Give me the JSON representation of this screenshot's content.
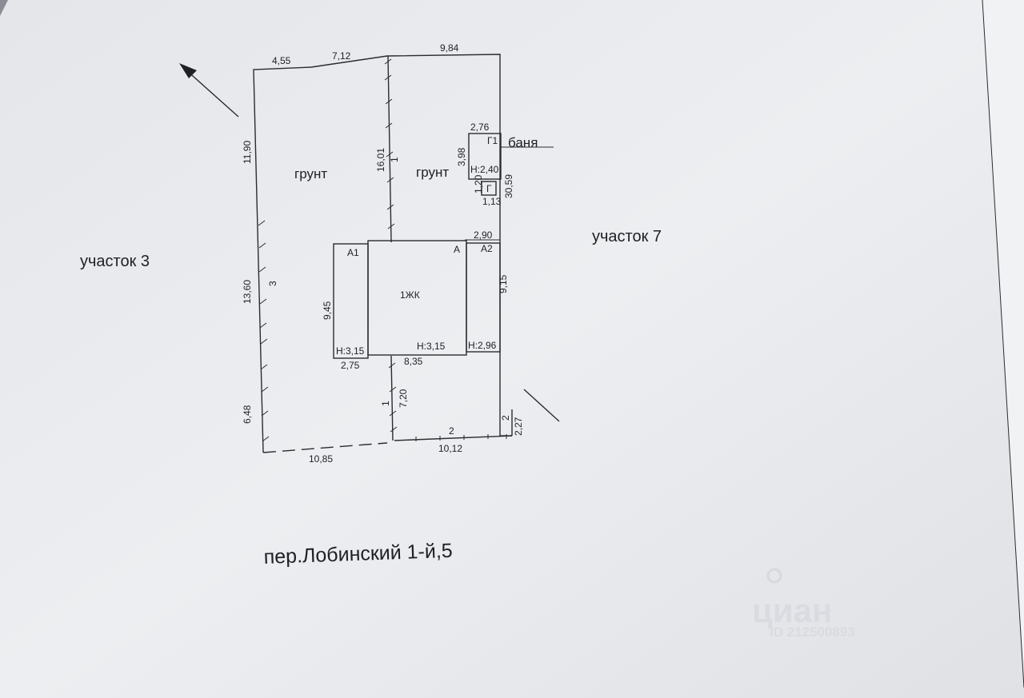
{
  "areas": {
    "left_neighbor": "участок 3",
    "right_neighbor": "участок 7",
    "ground_left": "грунт",
    "ground_right": "грунт",
    "street_address": "пер.Лобинский 1-й,5"
  },
  "building": {
    "main_label": "1ЖК",
    "part_a1": "А1",
    "part_a": "А",
    "part_a2": "А2",
    "height_a1": "Н:3,15",
    "height_a": "Н:3,15",
    "height_a2": "Н:2,96"
  },
  "bathhouse": {
    "name": "баня",
    "g1": "Г1",
    "g": "Г",
    "height": "Н:2,40",
    "width": "2,76",
    "depth": "3,98",
    "small_w": "1,13",
    "small_d": "1,20"
  },
  "dimensions": {
    "top_a": "4,55",
    "top_b": "7,12",
    "top_c": "9,84",
    "left_top": "11,90",
    "left_mid": "13,60",
    "left_bottom": "6,48",
    "inner_top": "16,01",
    "inner_bottom": "7,20",
    "right_side": "30,59",
    "right_bottom": "2,27",
    "bottom_left": "10,85",
    "bottom_right": "10,12",
    "building_h": "9,45",
    "a1_width": "2,75",
    "a_width": "8,35",
    "a2_width": "2,90",
    "a2_height": "9,15",
    "fence_1_top": "1",
    "fence_1_bottom": "1",
    "fence_2": "2",
    "fence_2_right": "2",
    "fence_3": "3"
  },
  "watermark": {
    "brand": "циан",
    "id": "ID 212500893"
  }
}
